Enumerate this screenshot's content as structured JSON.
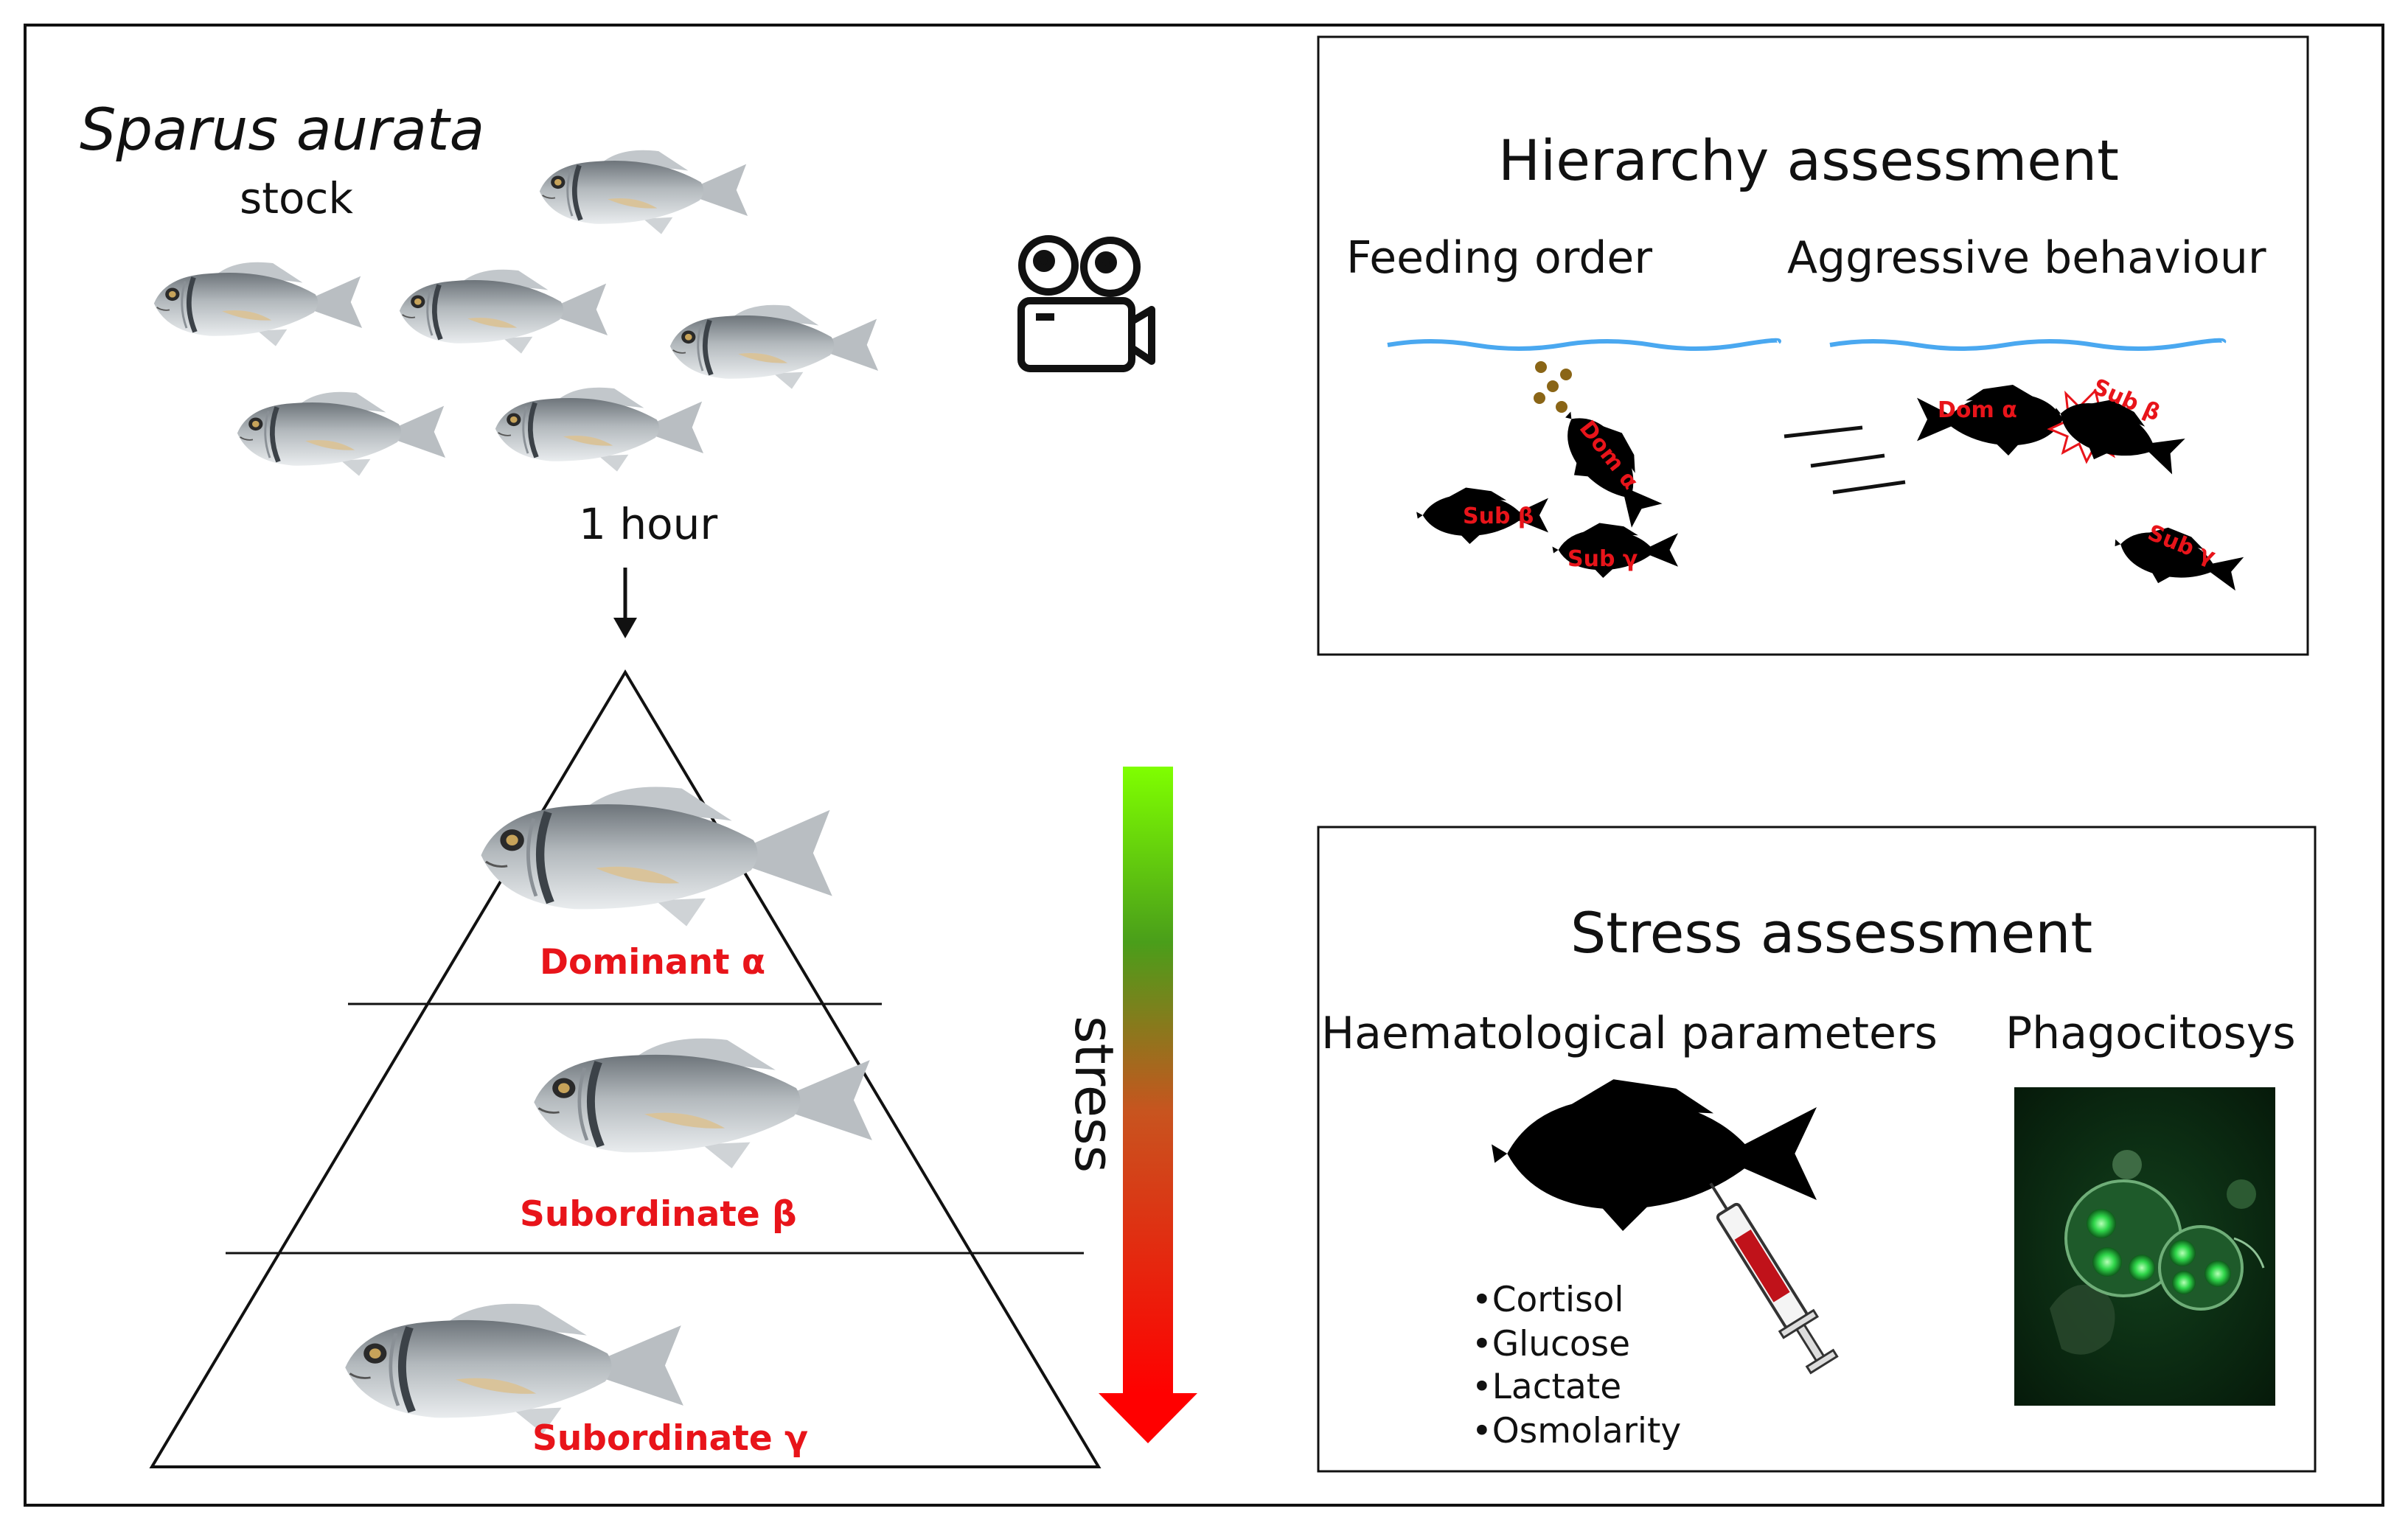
{
  "left": {
    "species": "Sparus aurata",
    "stock_label": "stock",
    "duration_label": "1 hour"
  },
  "pyramid": {
    "levels": [
      {
        "label": "Dominant α"
      },
      {
        "label": "Subordinate β"
      },
      {
        "label": "Subordinate γ"
      }
    ],
    "stress_label": "stress",
    "gradient_colors": [
      "#7fff00",
      "#5cae1e",
      "#c8541f",
      "#ff0000"
    ]
  },
  "hierarchy_box": {
    "title": "Hierarchy assessment",
    "feeding_title": "Feeding order",
    "aggressive_title": "Aggressive behaviour",
    "fish_labels": {
      "dom": "Dom α",
      "sub_beta": "Sub β",
      "sub_gamma": "Sub γ"
    },
    "water_color": "#4aa8f0",
    "food_color": "#8a6516",
    "label_color": "#e8141a"
  },
  "stress_box": {
    "title": "Stress assessment",
    "haem_title": "Haematological parameters",
    "phago_title": "Phagocitosys",
    "parameters": [
      "Cortisol",
      "Glucose",
      "Lactate",
      "Osmolarity"
    ]
  },
  "icons": [
    "video-camera-icon",
    "syringe-icon",
    "fish-silhouette-icon",
    "sea-bream-fish-icon"
  ]
}
